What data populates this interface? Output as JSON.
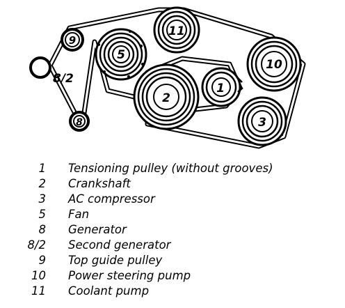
{
  "pulley_labels": {
    "p1": "1",
    "p2": "2",
    "p3": "3",
    "p5": "5",
    "p8": "8",
    "p8_2": "8/2",
    "p9": "9",
    "p10": "10",
    "p11": "11"
  },
  "legend": [
    {
      "number": "1",
      "description": "Tensioning pulley (without grooves)"
    },
    {
      "number": "2",
      "description": "Crankshaft"
    },
    {
      "number": "3",
      "description": "AC compressor"
    },
    {
      "number": "5",
      "description": "Fan"
    },
    {
      "number": "8",
      "description": "Generator"
    },
    {
      "number": "8/2",
      "description": "Second generator"
    },
    {
      "number": "9",
      "description": "Top guide pulley"
    },
    {
      "number": "10",
      "description": "Power steering pump"
    },
    {
      "number": "11",
      "description": "Coolant pump"
    }
  ]
}
